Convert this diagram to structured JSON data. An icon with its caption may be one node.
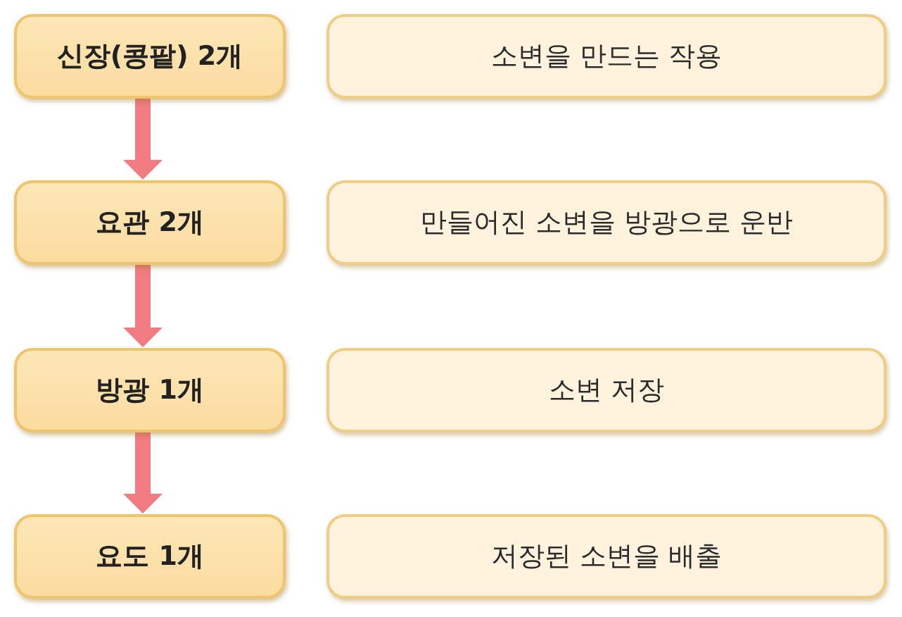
{
  "diagram": {
    "nodes": [
      {
        "text": [
          "신장(콩팥) 2개"
        ]
      },
      {
        "text": [
          "소변을 만드는 작용"
        ]
      },
      {
        "text": [
          "요관 2개"
        ]
      },
      {
        "text": [
          "만들어진 소변을 방광으로 운반"
        ]
      },
      {
        "text": [
          "방광 1개"
        ]
      },
      {
        "text": [
          "소변 저장"
        ]
      },
      {
        "text": [
          "요도 1개"
        ]
      },
      {
        "text": [
          "저장된 소변을 배출"
        ]
      }
    ],
    "edges": [
      {
        "from": 0,
        "to": 2,
        "arrow": "to"
      },
      {
        "from": 2,
        "to": 4,
        "arrow": "to"
      },
      {
        "from": 4,
        "to": 6,
        "arrow": "to"
      }
    ]
  }
}
